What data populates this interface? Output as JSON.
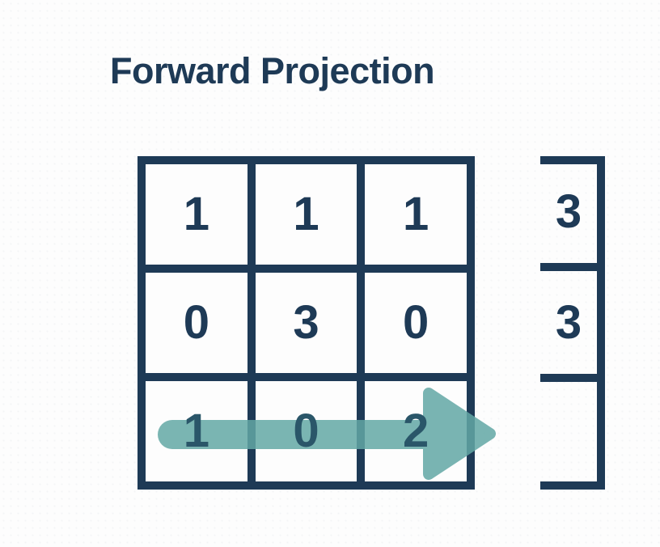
{
  "title": "Forward Projection",
  "grid": {
    "rows": [
      [
        "1",
        "1",
        "1"
      ],
      [
        "0",
        "3",
        "0"
      ],
      [
        "1",
        "0",
        "2"
      ]
    ]
  },
  "projection": {
    "values": [
      "3",
      "3",
      ""
    ]
  },
  "arrow": {
    "direction": "right",
    "row_index": 2
  },
  "colors": {
    "navy": "#1e3a56",
    "teal": "#63a8a5",
    "row3_digit": "#2a5669",
    "background": "#fdfdfd"
  }
}
